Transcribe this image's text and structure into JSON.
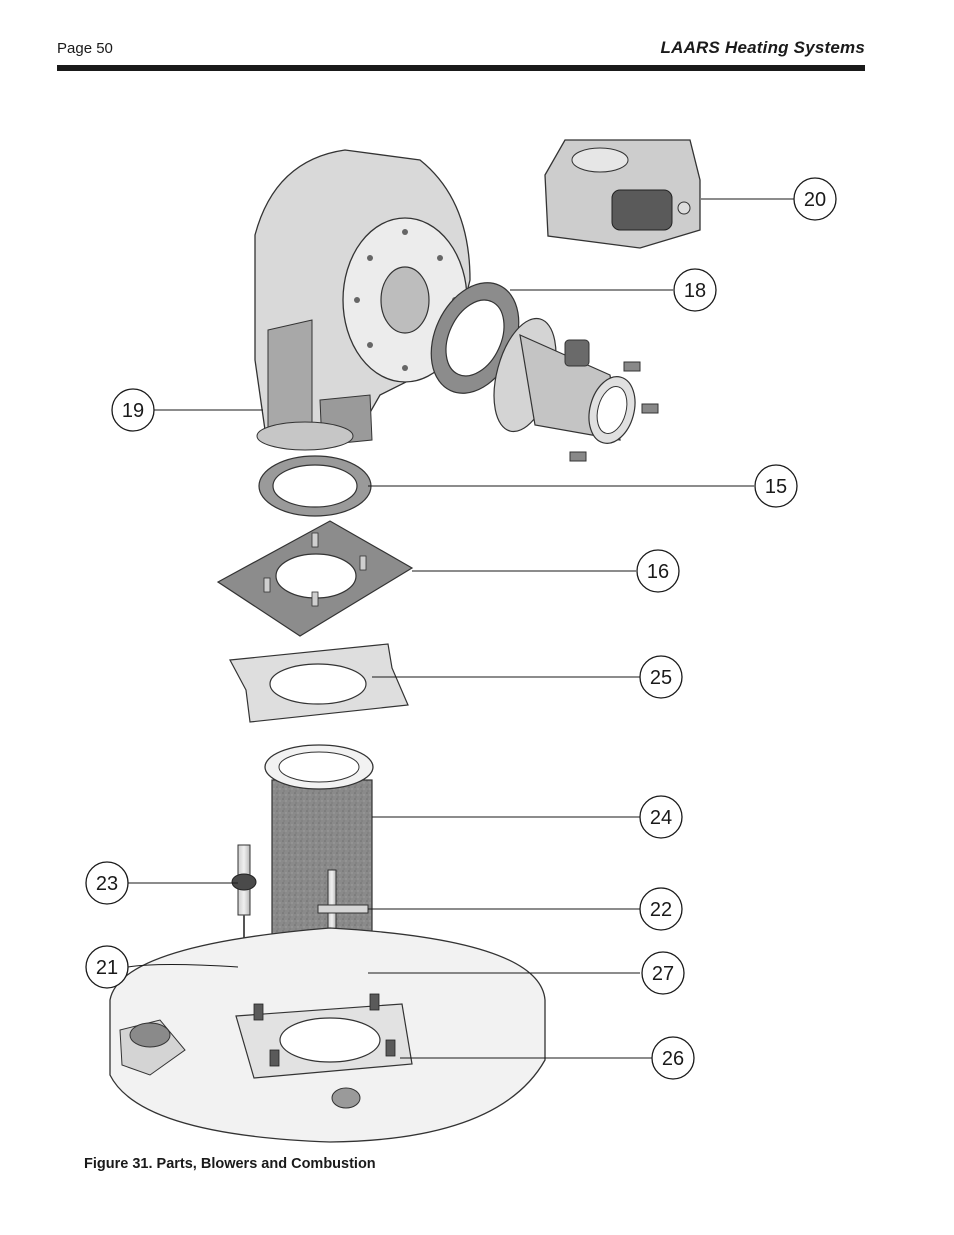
{
  "header": {
    "page": "Page 50",
    "brand": "LAARS Heating Systems"
  },
  "figure": {
    "caption": "Figure 31.  Parts, Blowers and Combustion",
    "callouts": [
      "20",
      "18",
      "19",
      "15",
      "16",
      "25",
      "24",
      "23",
      "22",
      "21",
      "27",
      "26"
    ]
  }
}
